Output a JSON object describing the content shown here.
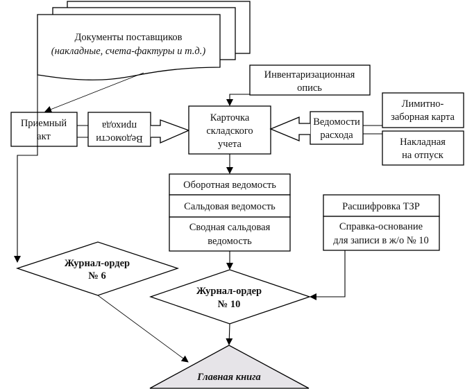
{
  "diagram": {
    "supplier_docs": {
      "title": "Документы поставщиков",
      "subtitle": "(накладные, счета-фактуры и т.д.)"
    },
    "receipt_act": {
      "line1": "Приемный",
      "line2": "акт"
    },
    "receipt_statements": {
      "line1": "Ведомости",
      "line2": "прихода"
    },
    "stock_card": {
      "line1": "Карточка",
      "line2": "складского",
      "line3": "учета"
    },
    "inventory_list": {
      "line1": "Инвентаризационная",
      "line2": "опись"
    },
    "expense_statements": {
      "line1": "Ведомости",
      "line2": "расхода"
    },
    "limit_card": {
      "line1": "Лимитно-",
      "line2": "заборная карта"
    },
    "release_invoice": {
      "line1": "Накладная",
      "line2": "на отпуск"
    },
    "turnover_statement": "Оборотная ведомость",
    "balance_statement": "Сальдовая ведомость",
    "summary_balance_statement": {
      "line1": "Сводная сальдовая",
      "line2": "ведомость"
    },
    "tzr_breakdown": "Расшифровка ТЗР",
    "reference_basis": {
      "line1": "Справка-основание",
      "line2": "для записи в ж/о № 10"
    },
    "journal_order_6": {
      "line1": "Журнал-ордер",
      "line2": "№ 6"
    },
    "journal_order_10": {
      "line1": "Журнал-ордер",
      "line2": "№ 10"
    },
    "general_ledger": "Главная книга"
  },
  "colors": {
    "ledger_fill": "#e6e4e8",
    "stroke": "#000000"
  }
}
